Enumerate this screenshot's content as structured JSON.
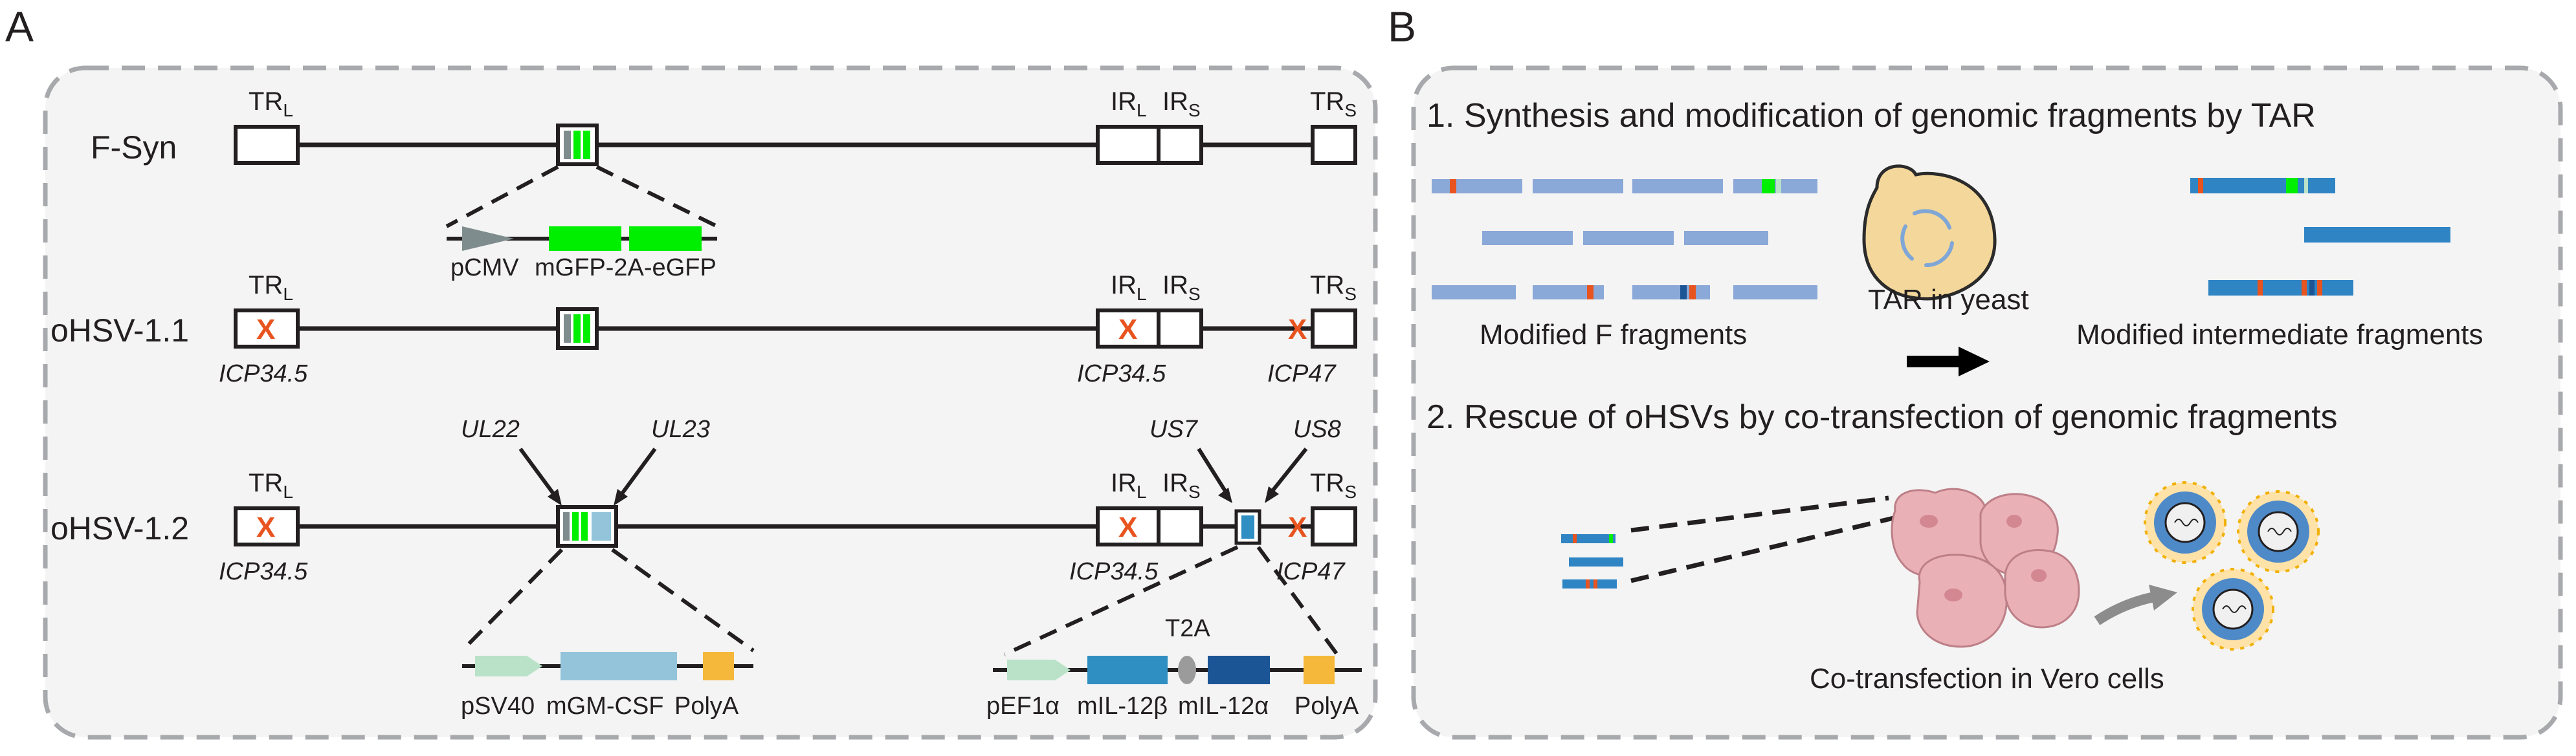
{
  "panel_a": {
    "letter": "A",
    "genomes": [
      {
        "name": "F-Syn",
        "trl": "TR",
        "trl_sub": "L",
        "irl": "IR",
        "irl_sub": "L",
        "irs": "IR",
        "irs_sub": "S",
        "trs": "TR",
        "trs_sub": "S"
      },
      {
        "name": "oHSV-1.1",
        "trl": "TR",
        "trl_sub": "L",
        "irl": "IR",
        "irl_sub": "L",
        "irs": "IR",
        "irs_sub": "S",
        "trs": "TR",
        "trs_sub": "S",
        "delete_mark": "X",
        "left_gene": "ICP34.5",
        "right_gene": "ICP34.5",
        "us_gene": "ICP47"
      },
      {
        "name": "oHSV-1.2",
        "trl": "TR",
        "trl_sub": "L",
        "irl": "IR",
        "irl_sub": "L",
        "irs": "IR",
        "irs_sub": "S",
        "trs": "TR",
        "trs_sub": "S",
        "delete_mark": "X",
        "left_gene": "ICP34.5",
        "right_gene": "ICP34.5",
        "us_gene": "ICP47",
        "insert_labels": {
          "ul22": "UL22",
          "ul23": "UL23",
          "us7": "US7",
          "us8": "US8"
        }
      }
    ],
    "cassette_gfp": {
      "promoter": "pCMV",
      "gene": "mGFP-2A-eGFP"
    },
    "cassette_gmcsf": {
      "promoter": "pSV40",
      "gene": "mGM-CSF",
      "polya": "PolyA"
    },
    "cassette_il12": {
      "promoter": "pEF1α",
      "gene1": "mIL-12β",
      "linker": "T2A",
      "gene2": "mIL-12α",
      "polya": "PolyA"
    }
  },
  "panel_b": {
    "letter": "B",
    "step1": "1. Synthesis and modification of genomic fragments by TAR",
    "step1_left_caption": "Modified F fragments",
    "step1_mid_caption": "TAR in yeast",
    "step1_right_caption": "Modified intermediate fragments",
    "step2": "2. Rescue of oHSVs by co-transfection of genomic fragments",
    "step2_caption": "Co-transfection in Vero cells"
  },
  "colors": {
    "line": "#231f20",
    "border_dash": "#a7a9ac",
    "panel_bg": "#f4f4f4",
    "gfp_green": "#00ee00",
    "delete_orange": "#e8541f",
    "promoter_green": "#b9e2c8",
    "promoter_grey": "#7f8c8d",
    "gmcsf_blue": "#93c4d9",
    "polya_yellow": "#f6b83a",
    "il12b_blue": "#2f8ec2",
    "il12a_navy": "#1c5596",
    "t2a_grey": "#9b9b9b",
    "fragment_light": "#8aa8d8",
    "fragment_dark": "#2f84c4",
    "yeast_fill": "#f4d79a",
    "cell_pink": "#e9b0b6",
    "arrow_grey": "#8c8c8c"
  }
}
